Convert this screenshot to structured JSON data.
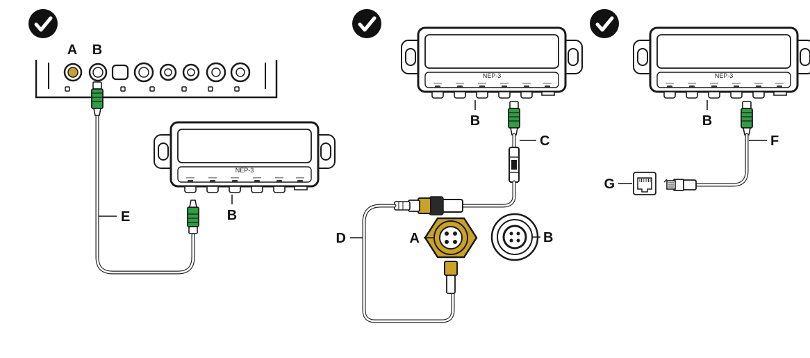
{
  "colors": {
    "line": "#1a1a1a",
    "connector_green": "#2f9e44",
    "connector_gold": "#c9a227",
    "badge": "#111111"
  },
  "icons": [
    "checkmark-badge-icon",
    "checkmark-badge-icon",
    "checkmark-badge-icon"
  ],
  "panel_1": {
    "label_a": "A",
    "label_b": "B",
    "label_e": "E",
    "label_b_switch": "B",
    "switch_title": "NEP-3"
  },
  "panel_2": {
    "switch_title": "NEP-3",
    "label_b": "B",
    "label_c": "C",
    "label_d": "D",
    "label_a": "A",
    "label_b_connector": "B"
  },
  "panel_3": {
    "switch_title": "NEP-3",
    "label_b": "B",
    "label_f": "F",
    "label_g": "G"
  }
}
